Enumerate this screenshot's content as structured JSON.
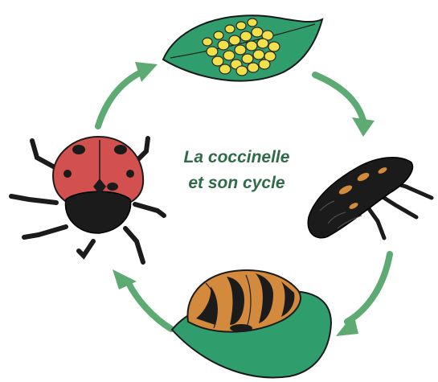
{
  "title": {
    "line1": "La coccinelle",
    "line2": "et son cycle"
  },
  "stages": [
    {
      "name": "eggs-on-leaf"
    },
    {
      "name": "larva"
    },
    {
      "name": "pupa-on-leaf"
    },
    {
      "name": "adult-ladybug"
    }
  ],
  "colors": {
    "arrow": "#5daa72",
    "leaf": "#2f9e6c",
    "egg": "#f2e04a",
    "ladybug_red": "#d2514f",
    "body_black": "#1b1b1b",
    "orange_marking": "#d48a3c",
    "title_text": "#2e6b46"
  }
}
